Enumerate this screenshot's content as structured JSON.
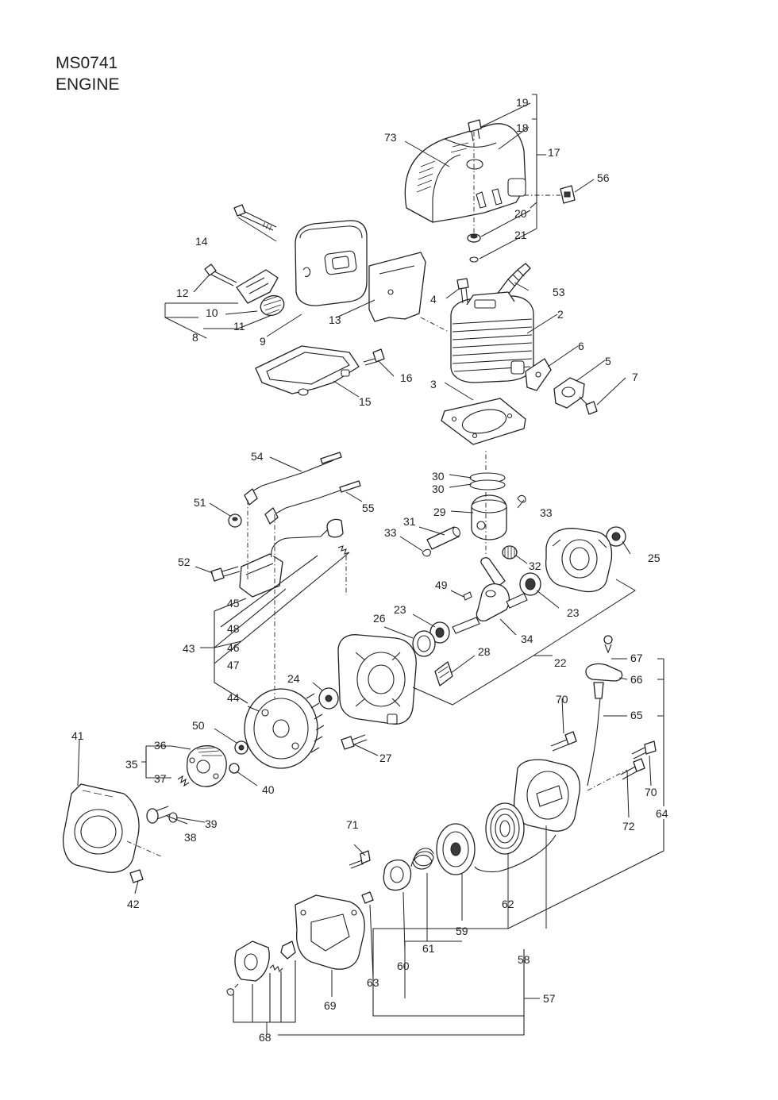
{
  "header": {
    "model": "MS0741",
    "section": "ENGINE"
  },
  "labels": {
    "n2": "2",
    "n3": "3",
    "n4": "4",
    "n5": "5",
    "n6": "6",
    "n7": "7",
    "n8": "8",
    "n9": "9",
    "n10": "10",
    "n11": "11",
    "n12": "12",
    "n13": "13",
    "n14": "14",
    "n15": "15",
    "n16": "16",
    "n17": "17",
    "n18": "18",
    "n19": "19",
    "n20": "20",
    "n21": "21",
    "n22": "22",
    "n23a": "23",
    "n23b": "23",
    "n24": "24",
    "n25": "25",
    "n26": "26",
    "n27": "27",
    "n28": "28",
    "n29": "29",
    "n30a": "30",
    "n30b": "30",
    "n31": "31",
    "n32": "32",
    "n33a": "33",
    "n33b": "33",
    "n34": "34",
    "n35": "35",
    "n36": "36",
    "n37": "37",
    "n38": "38",
    "n39": "39",
    "n40": "40",
    "n41": "41",
    "n42": "42",
    "n43": "43",
    "n44": "44",
    "n45": "45",
    "n46": "46",
    "n47": "47",
    "n48": "48",
    "n49": "49",
    "n50": "50",
    "n51": "51",
    "n52": "52",
    "n53": "53",
    "n54": "54",
    "n55": "55",
    "n56": "56",
    "n57": "57",
    "n58": "58",
    "n59": "59",
    "n60": "60",
    "n61": "61",
    "n62": "62",
    "n63": "63",
    "n64": "64",
    "n65": "65",
    "n66": "66",
    "n67": "67",
    "n68": "68",
    "n69": "69",
    "n70a": "70",
    "n70b": "70",
    "n71": "71",
    "n72": "72",
    "n73": "73"
  }
}
